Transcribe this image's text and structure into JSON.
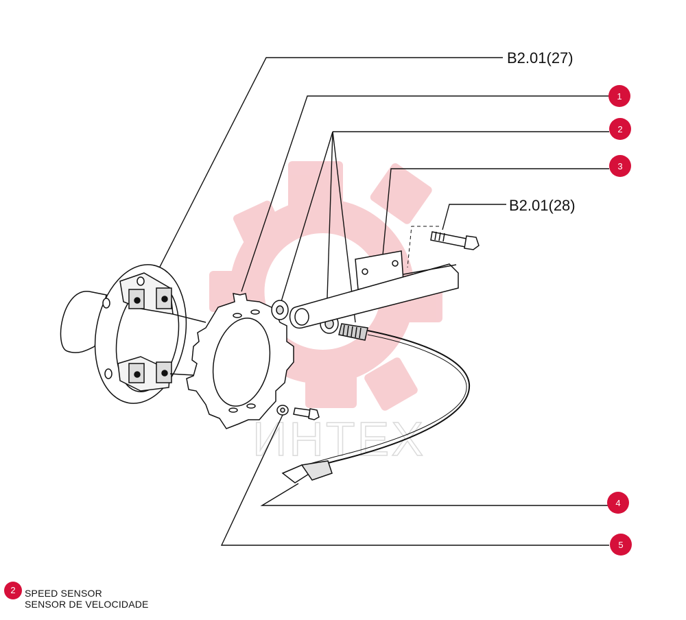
{
  "diagram": {
    "references": {
      "top": "B2.01(27)",
      "right": "B2.01(28)"
    },
    "callouts": [
      "1",
      "2",
      "3",
      "4",
      "5"
    ],
    "watermark": "ИНТЕХ",
    "accent_color": "#d6103a"
  },
  "legend": {
    "number": "2",
    "name_en": "SPEED SENSOR",
    "name_pt": "SENSOR DE VELOCIDADE"
  }
}
